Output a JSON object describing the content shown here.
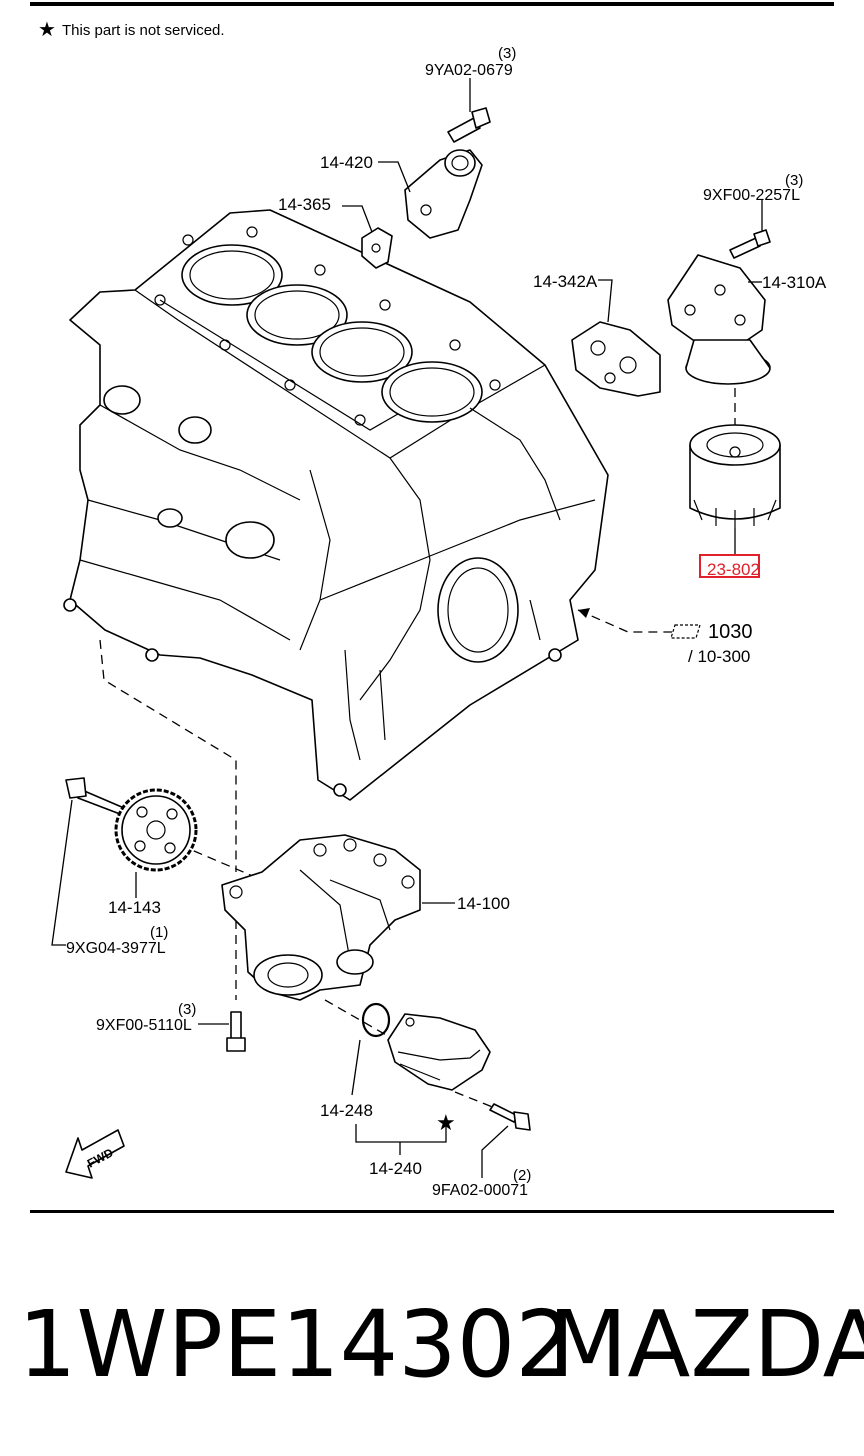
{
  "note": "This part is not serviced.",
  "note_symbol": "★",
  "labels": {
    "bolt_top": "9YA02-0679",
    "bolt_top_qty": "(3)",
    "p14_420": "14-420",
    "p14_365": "14-365",
    "bolt_xf00_2257": "9XF00-2257L",
    "bolt_xf00_2257_qty": "(3)",
    "p14_342a": "14-342A",
    "p14_310a": "14-310A",
    "p23_802": "23-802",
    "ref_1030": "1030",
    "ref_10_300": "/ 10-300",
    "p14_143": "14-143",
    "bolt_xg04": "9XG04-3977L",
    "bolt_xg04_qty": "(1)",
    "p14_100": "14-100",
    "bolt_xf00_5110": "9XF00-5110L",
    "bolt_xf00_5110_qty": "(3)",
    "p14_248": "14-248",
    "p14_240": "14-240",
    "bolt_fa02": "9FA02-00071",
    "bolt_fa02_qty": "(2)",
    "fwd": "FWD"
  },
  "highlight_color": "#e0202a",
  "part_number": "1WPE14302",
  "brand": "MAZDA"
}
